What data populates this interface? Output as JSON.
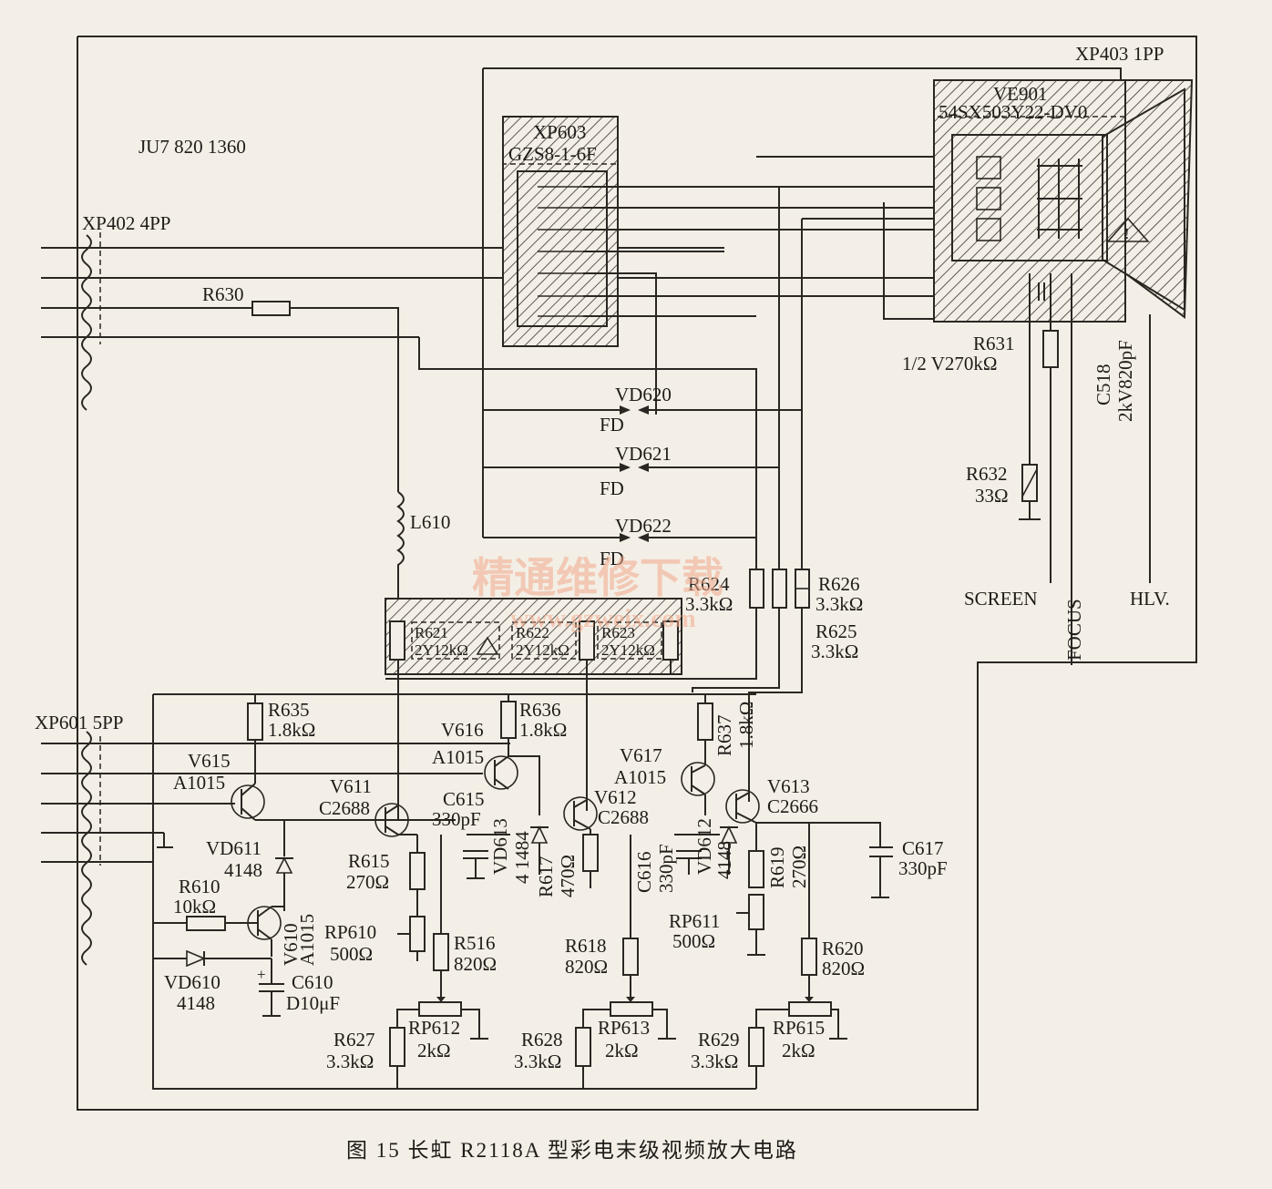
{
  "board_id": "JU7 820 1360",
  "connectors": {
    "xp402": "XP402 4PP",
    "xp601": "XP601 5PP",
    "xp603_ref": "XP603",
    "xp603_type": "GZS8-1-6F",
    "xp403": "XP403 1PP"
  },
  "crt": {
    "ref": "VE901",
    "type": "54SX503Y22-DV0"
  },
  "outputs": {
    "screen": "SCREEN",
    "focus": "FOCUS",
    "hlv": "HLV."
  },
  "components": {
    "r630": "R630",
    "r631_ref": "R631",
    "r631_val": "1/2 V270kΩ",
    "r632_ref": "R632",
    "r632_val": "33Ω",
    "c518_ref": "C518",
    "c518_val": "2kV820pF",
    "vd620": "VD620",
    "vd621": "VD621",
    "vd622": "VD622",
    "fd": "FD",
    "l610": "L610",
    "r624_ref": "R624",
    "r624_val": "3.3kΩ",
    "r626_ref": "R626",
    "r626_val": "3.3kΩ",
    "r625_ref": "R625",
    "r625_val": "3.3kΩ",
    "r621_ref": "R621",
    "r621_val": "2Y12kΩ",
    "r622_ref": "R622",
    "r622_val": "2Y12kΩ",
    "r623_ref": "R623",
    "r623_val": "2Y12kΩ",
    "r635_ref": "R635",
    "r635_val": "1.8kΩ",
    "r636_ref": "R636",
    "r636_val": "1.8kΩ",
    "r637_ref": "R637",
    "r637_val": "1.8kΩ",
    "v615_ref": "V615",
    "v615_type": "A1015",
    "v616_ref": "V616",
    "v616_type": "A1015",
    "v617_ref": "V617",
    "v617_type": "A1015",
    "v611_ref": "V611",
    "v611_type": "C2688",
    "v612_ref": "V612",
    "v612_type": "C2688",
    "v613_ref": "V613",
    "v613_type": "C2666",
    "c615_ref": "C615",
    "c615_val": "330pF",
    "c616": "C616",
    "c616_val": "330pF",
    "c617_ref": "C617",
    "c617_val": "330pF",
    "vd611_ref": "VD611",
    "vd611_val": "4148",
    "vd613": "VD613",
    "vd613_val": "4 1484",
    "vd612": "VD612",
    "vd612_val": "4148",
    "r617": "R617",
    "r617_val": "470Ω",
    "r619": "R619",
    "r619_val": "270Ω",
    "r615_ref": "R615",
    "r615_val": "270Ω",
    "r610_ref": "R610",
    "r610_val": "10kΩ",
    "v610": "V610",
    "v610_type": "A1015",
    "rp610_ref": "RP610",
    "rp610_val": "500Ω",
    "rp611_ref": "RP611",
    "rp611_val": "500Ω",
    "r516_ref": "R516",
    "r516_val": "820Ω",
    "r618_ref": "R618",
    "r618_val": "820Ω",
    "r620_ref": "R620",
    "r620_val": "820Ω",
    "vd610_ref": "VD610",
    "vd610_val": "4148",
    "c610_ref": "C610",
    "c610_val": "D10μF",
    "r627_ref": "R627",
    "r627_val": "3.3kΩ",
    "r628_ref": "R628",
    "r628_val": "3.3kΩ",
    "r629_ref": "R629",
    "r629_val": "3.3kΩ",
    "rp612_ref": "RP612",
    "rp612_val": "2kΩ",
    "rp613_ref": "RP613",
    "rp613_val": "2kΩ",
    "rp615_ref": "RP615",
    "rp615_val": "2kΩ"
  },
  "watermark": {
    "cn": "精通维修下载",
    "url": "www.gzweix.com"
  },
  "caption": "图 15   长虹 R2118A 型彩电末级视频放大电路"
}
